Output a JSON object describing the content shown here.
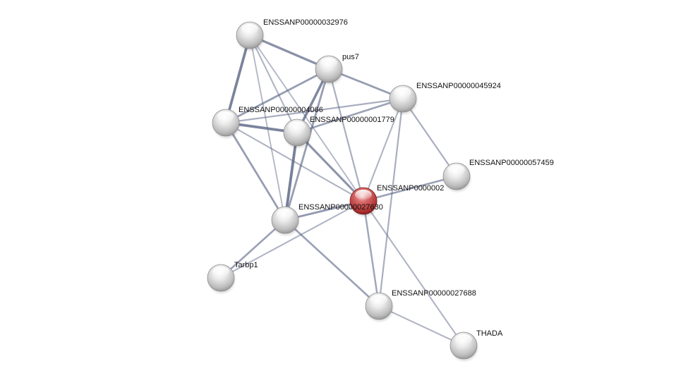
{
  "colors": {
    "background": "#ffffff",
    "edge": "#5a6485",
    "node_grey_light": "#f4f4f4",
    "node_grey_dark": "#a9a9a9",
    "node_red_light": "#f0b5b5",
    "node_red_dark": "#a52a2a",
    "label": "#111111"
  },
  "network": {
    "nodes": [
      {
        "id": "A",
        "label": "ENSSANP00000032976",
        "query": false
      },
      {
        "id": "B",
        "label": "pus7",
        "query": false
      },
      {
        "id": "C",
        "label": "ENSSANP00000045924",
        "query": false
      },
      {
        "id": "D",
        "label": "ENSSANP00000004066",
        "query": false
      },
      {
        "id": "E",
        "label": "ENSSANP00000001779",
        "query": false
      },
      {
        "id": "F",
        "label": "ENSSANP00000057459",
        "query": false
      },
      {
        "id": "G",
        "label": "ENSSANP0000002",
        "query": true
      },
      {
        "id": "H",
        "label": "ENSSANP00000027630",
        "query": false
      },
      {
        "id": "I",
        "label": "Tarbp1",
        "query": false
      },
      {
        "id": "J",
        "label": "ENSSANP00000027688",
        "query": false
      },
      {
        "id": "K",
        "label": "THADA",
        "query": false
      }
    ],
    "edges": [
      {
        "source": "A",
        "target": "B",
        "confidence": 0.75
      },
      {
        "source": "A",
        "target": "D",
        "confidence": 0.9
      },
      {
        "source": "A",
        "target": "E",
        "confidence": 0.35
      },
      {
        "source": "A",
        "target": "H",
        "confidence": 0.3
      },
      {
        "source": "A",
        "target": "G",
        "confidence": 0.3
      },
      {
        "source": "B",
        "target": "D",
        "confidence": 0.6
      },
      {
        "source": "B",
        "target": "E",
        "confidence": 0.85
      },
      {
        "source": "B",
        "target": "C",
        "confidence": 0.6
      },
      {
        "source": "B",
        "target": "H",
        "confidence": 0.6
      },
      {
        "source": "B",
        "target": "G",
        "confidence": 0.4
      },
      {
        "source": "C",
        "target": "D",
        "confidence": 0.4
      },
      {
        "source": "C",
        "target": "E",
        "confidence": 0.55
      },
      {
        "source": "C",
        "target": "F",
        "confidence": 0.4
      },
      {
        "source": "C",
        "target": "G",
        "confidence": 0.35
      },
      {
        "source": "C",
        "target": "J",
        "confidence": 0.4
      },
      {
        "source": "D",
        "target": "E",
        "confidence": 0.9
      },
      {
        "source": "D",
        "target": "H",
        "confidence": 0.6
      },
      {
        "source": "D",
        "target": "G",
        "confidence": 0.35
      },
      {
        "source": "E",
        "target": "H",
        "confidence": 0.95
      },
      {
        "source": "E",
        "target": "G",
        "confidence": 0.7
      },
      {
        "source": "G",
        "target": "F",
        "confidence": 0.55
      },
      {
        "source": "G",
        "target": "H",
        "confidence": 0.65
      },
      {
        "source": "G",
        "target": "I",
        "confidence": 0.35
      },
      {
        "source": "G",
        "target": "J",
        "confidence": 0.5
      },
      {
        "source": "G",
        "target": "K",
        "confidence": 0.35
      },
      {
        "source": "H",
        "target": "I",
        "confidence": 0.55
      },
      {
        "source": "H",
        "target": "J",
        "confidence": 0.55
      },
      {
        "source": "J",
        "target": "K",
        "confidence": 0.35
      }
    ]
  }
}
